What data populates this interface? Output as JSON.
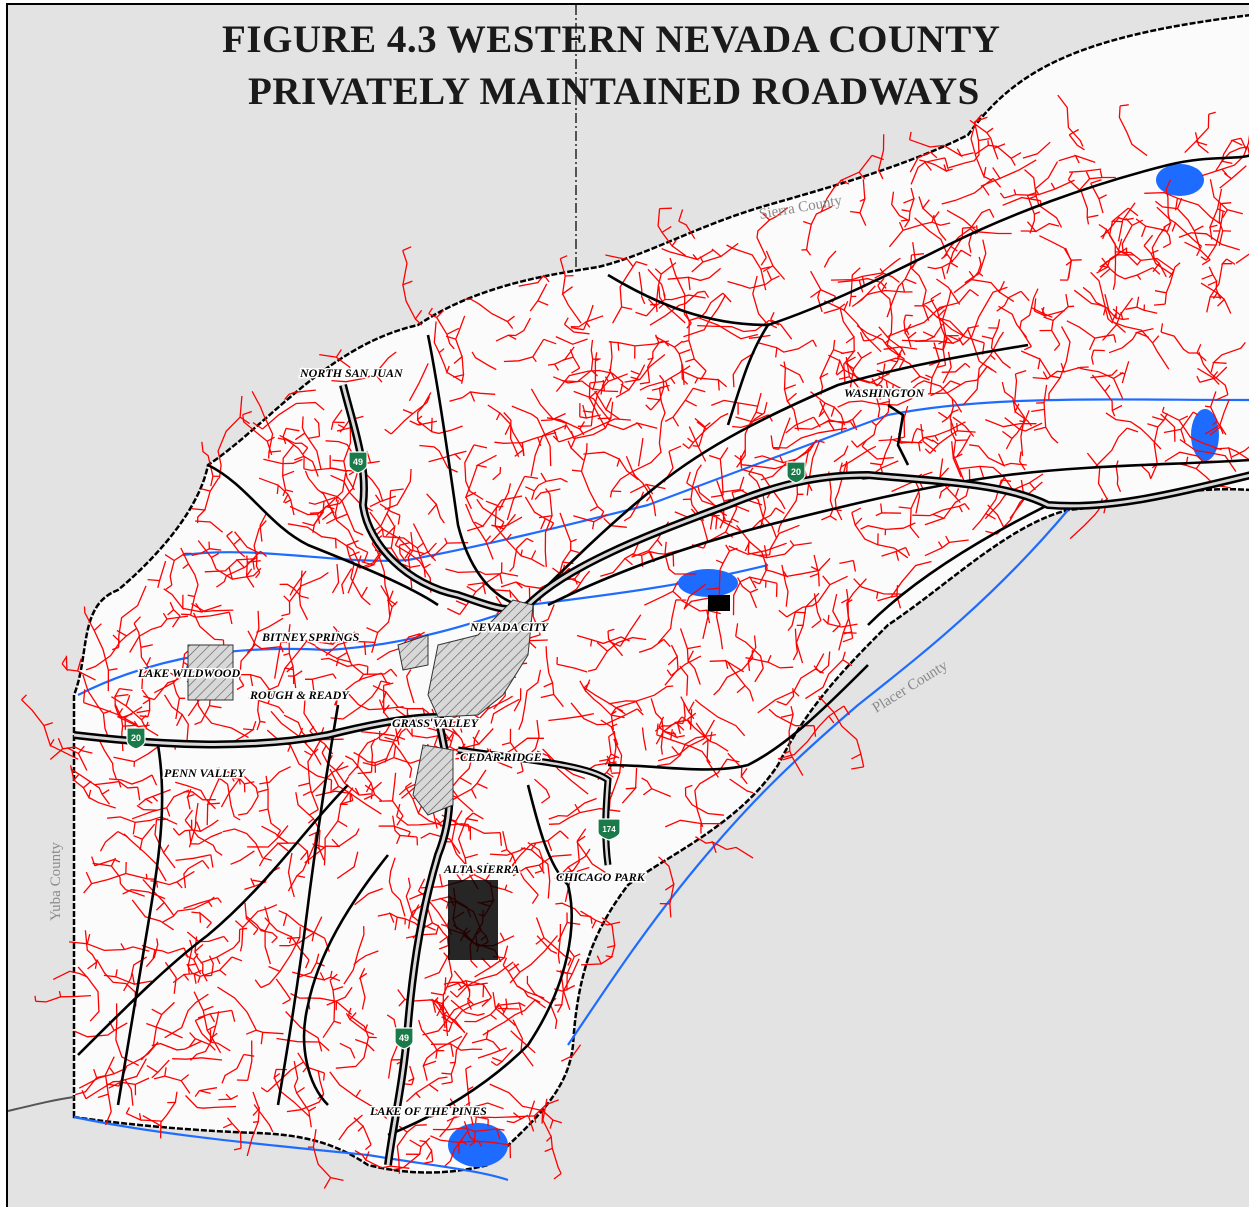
{
  "title": {
    "line1": "FIGURE 4.3 WESTERN NEVADA COUNTY",
    "line2": "PRIVATELY MAINTAINED ROADWAYS"
  },
  "county_labels": {
    "sierra": "Sierra County",
    "placer": "Placer County",
    "yuba": "Yuba County"
  },
  "places": {
    "north_san_juan": "NORTH SAN JUAN",
    "washington": "WASHINGTON",
    "bitney_springs": "BITNEY SPRINGS",
    "nevada_city": "NEVADA CITY",
    "lake_wildwood": "LAKE WILDWOOD",
    "rough_ready": "ROUGH & READY",
    "grass_valley": "GRASS VALLEY",
    "cedar_ridge": "CEDAR RIDGE",
    "penn_valley": "PENN VALLEY",
    "alta_sierra": "ALTA SIERRA",
    "chicago_park": "CHICAGO PARK",
    "lake_of_the_pines": "LAKE OF THE PINES"
  },
  "shields": {
    "hwy49_north": "49",
    "hwy20_east": "20",
    "hwy20_west": "20",
    "hwy174": "174",
    "hwy49_south": "49"
  },
  "colors": {
    "outside": "#e3e3e3",
    "county": "#fbfbfb",
    "private_road": "#ff0000",
    "public_road": "#000000",
    "water": "#1e6cff",
    "shield": "#1a7a4a"
  }
}
